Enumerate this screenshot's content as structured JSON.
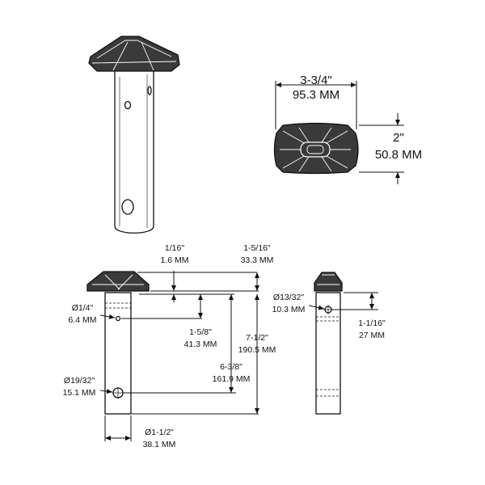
{
  "top_view": {
    "width_in": "3-3/4\"",
    "width_mm": "95.3 MM",
    "height_in": "2\"",
    "height_mm": "50.8 MM"
  },
  "front_view": {
    "cap_thickness_in": "1/16\"",
    "cap_thickness_mm": "1.6 MM",
    "cap_height_in": "1-5/16\"",
    "cap_height_mm": "33.3 MM",
    "small_hole_dia_in": "Ø1/4\"",
    "small_hole_dia_mm": "6.4 MM",
    "small_hole_pos_in": "1-5/8\"",
    "small_hole_pos_mm": "41.3 MM",
    "total_length_in": "7-1/2\"",
    "total_length_mm": "190.5 MM",
    "large_hole_pos_in": "6-3/8\"",
    "large_hole_pos_mm": "161.9 MM",
    "large_hole_dia_in": "Ø19/32\"",
    "large_hole_dia_mm": "15.1 MM",
    "shaft_dia_in": "Ø1-1/2\"",
    "shaft_dia_mm": "38.1 MM"
  },
  "side_view": {
    "hole_dia_in": "Ø13/32\"",
    "hole_dia_mm": "10.3 MM",
    "hole_pos_in": "1-1/16\"",
    "hole_pos_mm": "27 MM"
  }
}
